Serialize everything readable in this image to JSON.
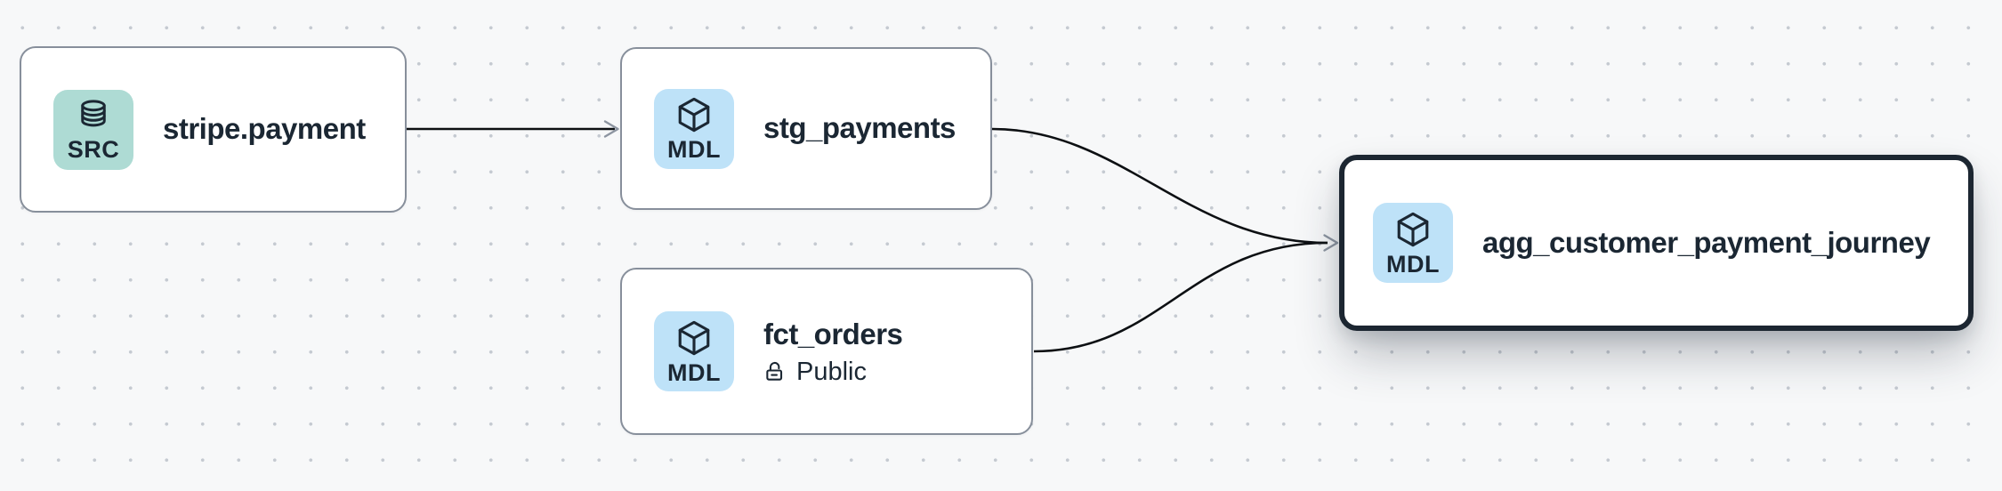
{
  "canvas": {
    "background_color": "#f7f8f9",
    "dot_color": "#c5cad1",
    "edge_color": "#0d1013",
    "arrowhead_color": "#8d95a1",
    "node_border_color": "#878f9b",
    "selected_node_border_color": "#1c2631",
    "node_background_color": "#ffffff",
    "text_color": "#1b2733",
    "source_badge_color": "#aedbd4",
    "model_badge_color": "#bee2f8"
  },
  "nodes": [
    {
      "id": "stripe.payment",
      "title": "stripe.payment",
      "type": "source",
      "badge": {
        "label": "SRC",
        "icon": "database-icon"
      },
      "selected": false
    },
    {
      "id": "stg_payments",
      "title": "stg_payments",
      "type": "model",
      "badge": {
        "label": "MDL",
        "icon": "cube-icon"
      },
      "selected": false
    },
    {
      "id": "fct_orders",
      "title": "fct_orders",
      "type": "model",
      "badge": {
        "label": "MDL",
        "icon": "cube-icon"
      },
      "access": {
        "icon": "lock-open-icon",
        "label": "Public"
      },
      "selected": false
    },
    {
      "id": "agg_customer_payment_journey",
      "title": "agg_customer_payment_journey",
      "type": "model",
      "badge": {
        "label": "MDL",
        "icon": "cube-icon"
      },
      "selected": true
    }
  ],
  "edges": [
    {
      "from": "stripe.payment",
      "to": "stg_payments"
    },
    {
      "from": "stg_payments",
      "to": "agg_customer_payment_journey"
    },
    {
      "from": "fct_orders",
      "to": "agg_customer_payment_journey"
    }
  ]
}
